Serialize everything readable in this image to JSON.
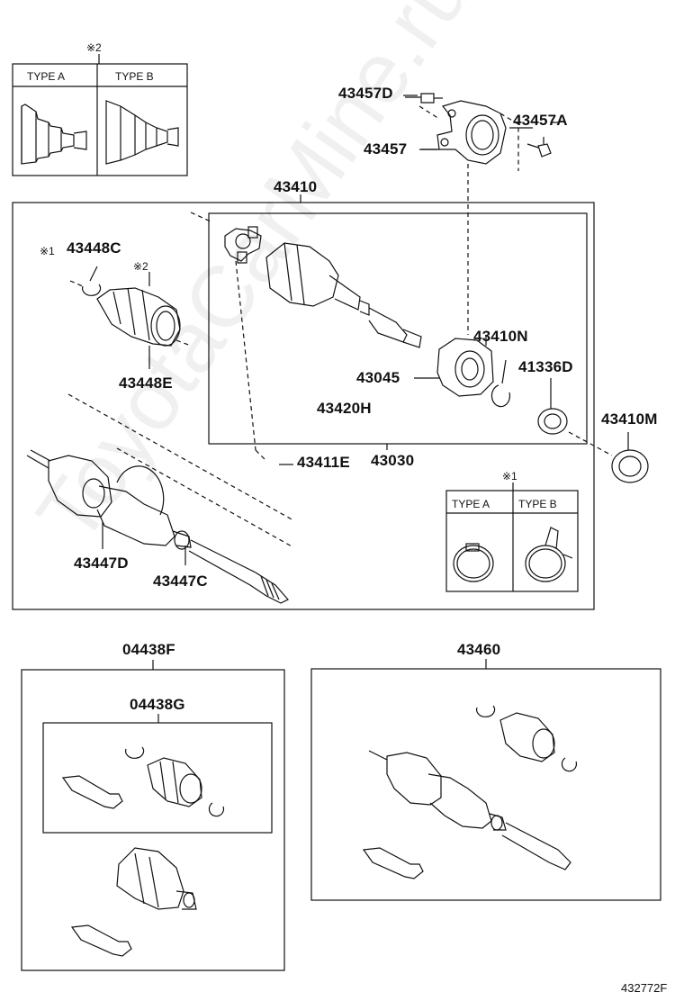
{
  "watermark": "ToyotaCarMine.ru",
  "diagram_id": "432772F",
  "insets": {
    "boot_types": {
      "marker": "※2",
      "type_a": "TYPE A",
      "type_b": "TYPE B"
    },
    "clamp_types": {
      "marker": "※1",
      "type_a": "TYPE A",
      "type_b": "TYPE B"
    }
  },
  "parts": {
    "p43457D": "43457D",
    "p43457A": "43457A",
    "p43457": "43457",
    "p43410": "43410",
    "p43448C": "43448C",
    "p43448C_marker": "※1",
    "p43448E_marker": "※2",
    "p43448E": "43448E",
    "p43410N": "43410N",
    "p43045": "43045",
    "p41336D": "41336D",
    "p43420H": "43420H",
    "p43410M": "43410M",
    "p43411E": "43411E",
    "p43030": "43030",
    "p43447D": "43447D",
    "p43447C": "43447C",
    "p04438F": "04438F",
    "p04438G": "04438G",
    "p43460": "43460"
  }
}
